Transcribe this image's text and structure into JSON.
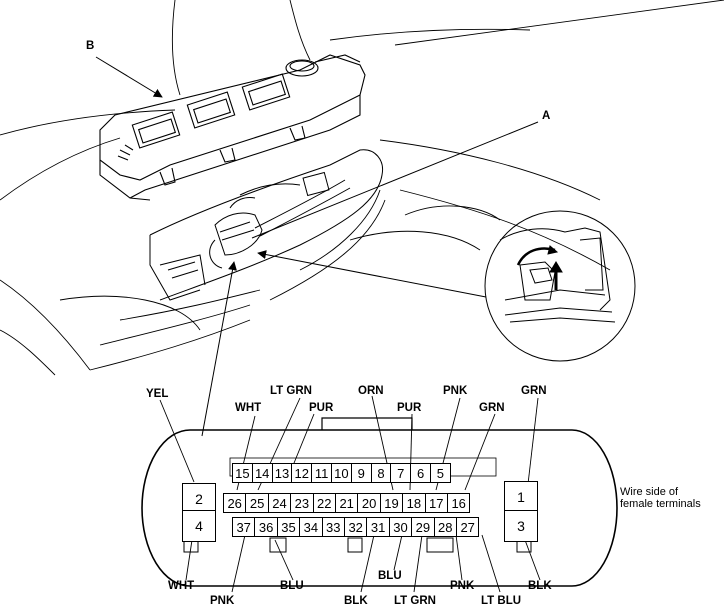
{
  "callouts": {
    "a": "A",
    "b": "B"
  },
  "connector": {
    "top_row": [
      "15",
      "14",
      "13",
      "12",
      "11",
      "10",
      "9",
      "8",
      "7",
      "6",
      "5"
    ],
    "mid_row": [
      "26",
      "25",
      "24",
      "23",
      "22",
      "21",
      "20",
      "19",
      "18",
      "17",
      "16"
    ],
    "bot_row": [
      "37",
      "36",
      "35",
      "34",
      "33",
      "32",
      "31",
      "30",
      "29",
      "28",
      "27"
    ],
    "left_pins": [
      "2",
      "4"
    ],
    "right_pins": [
      "1",
      "3"
    ]
  },
  "note": {
    "line1": "Wire side of",
    "line2": "female terminals"
  },
  "wire_labels_top": {
    "yel": "YEL",
    "wht": "WHT",
    "lt_grn": "LT GRN",
    "pur1": "PUR",
    "orn": "ORN",
    "pur2": "PUR",
    "pnk": "PNK",
    "grn1": "GRN",
    "grn2": "GRN"
  },
  "wire_labels_bottom": {
    "wht": "WHT",
    "pnk1": "PNK",
    "blu1": "BLU",
    "blk1": "BLK",
    "blu2": "BLU",
    "lt_grn": "LT GRN",
    "pnk2": "PNK",
    "lt_blu": "LT BLU",
    "blk2": "BLK"
  }
}
